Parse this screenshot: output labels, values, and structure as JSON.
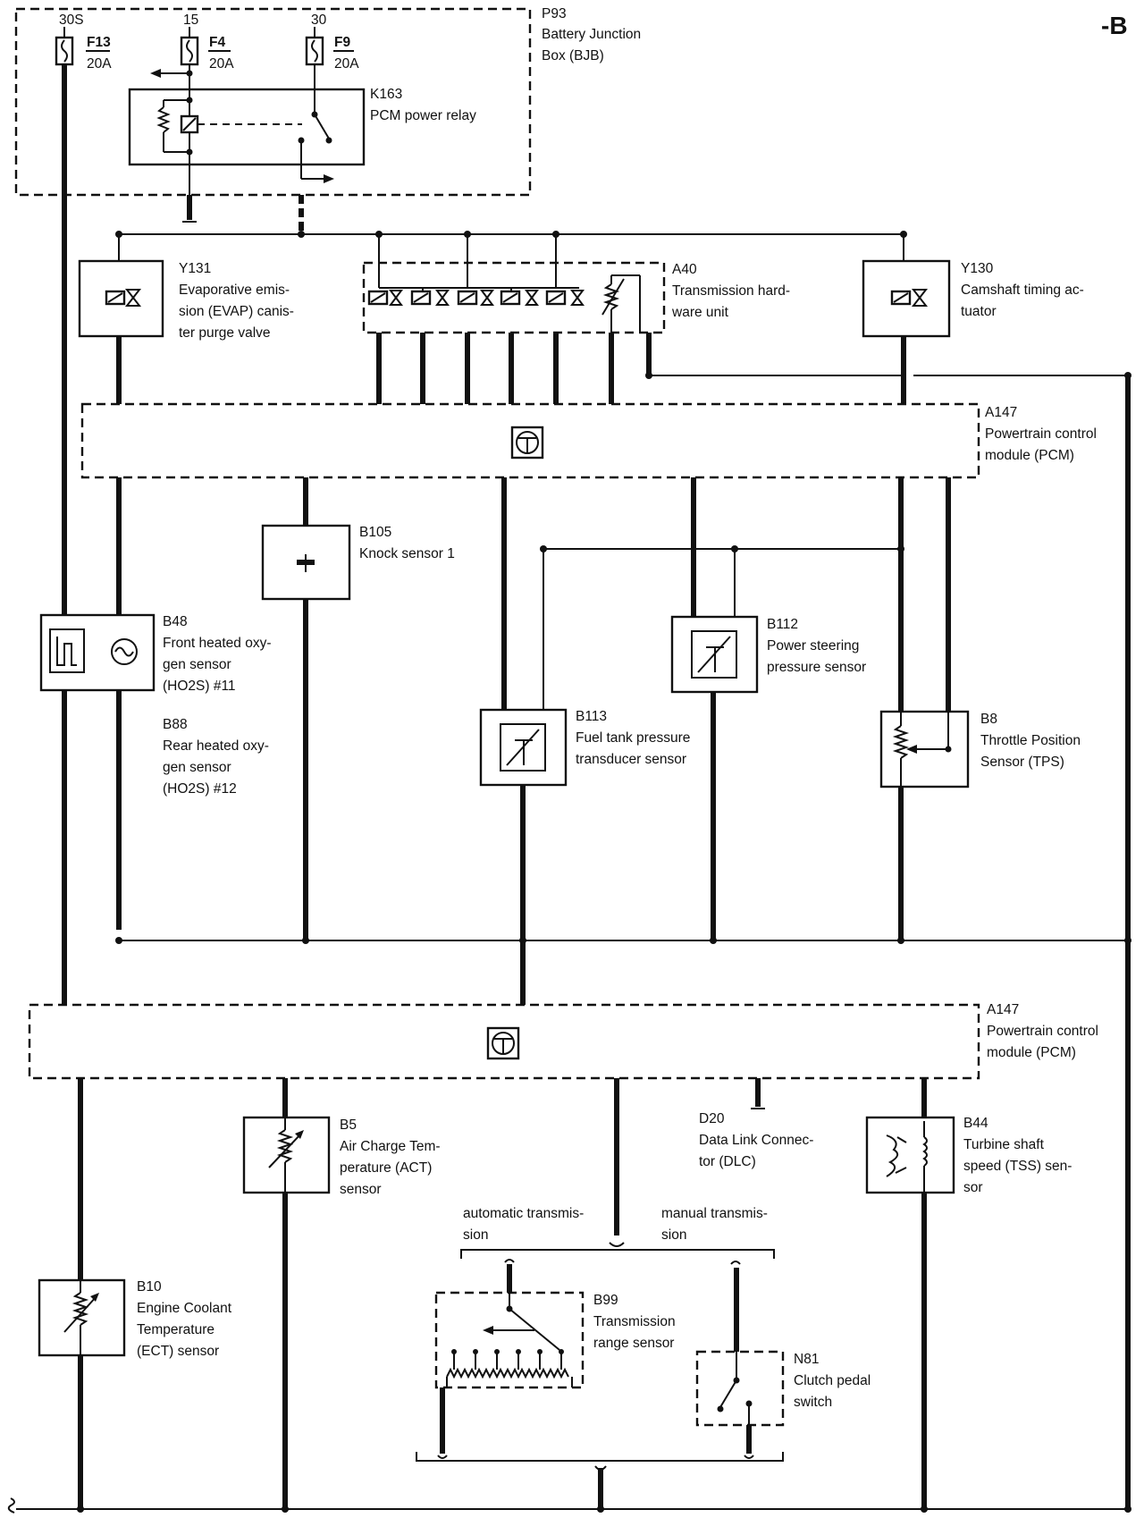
{
  "page_tag": "-B",
  "terminals": {
    "t30s": "30S",
    "t15": "15",
    "t30": "30"
  },
  "fuses": [
    {
      "id": "F13",
      "rating": "20A"
    },
    {
      "id": "F4",
      "rating": "20A"
    },
    {
      "id": "F9",
      "rating": "20A"
    }
  ],
  "components": {
    "p93": {
      "code": "P93",
      "lines": [
        "Battery Junction",
        "Box (BJB)"
      ]
    },
    "k163": {
      "code": "K163",
      "lines": [
        "PCM power relay"
      ]
    },
    "y131": {
      "code": "Y131",
      "lines": [
        "Evaporative emis-",
        "sion (EVAP) canis-",
        "ter purge valve"
      ]
    },
    "a40": {
      "code": "A40",
      "lines": [
        "Transmission hard-",
        "ware unit"
      ]
    },
    "y130": {
      "code": "Y130",
      "lines": [
        "Camshaft timing ac-",
        "tuator"
      ]
    },
    "a147_top": {
      "code": "A147",
      "lines": [
        "Powertrain control",
        "module (PCM)"
      ]
    },
    "b105": {
      "code": "B105",
      "lines": [
        "Knock sensor 1"
      ]
    },
    "b48": {
      "code": "B48",
      "lines": [
        "Front heated oxy-",
        "gen sensor",
        "(HO2S) #11"
      ]
    },
    "b88": {
      "code": "B88",
      "lines": [
        "Rear heated oxy-",
        "gen sensor",
        "(HO2S) #12"
      ]
    },
    "b112": {
      "code": "B112",
      "lines": [
        "Power steering",
        "pressure sensor"
      ]
    },
    "b113": {
      "code": "B113",
      "lines": [
        "Fuel tank pressure",
        "transducer sensor"
      ]
    },
    "b8": {
      "code": "B8",
      "lines": [
        "Throttle Position",
        "Sensor (TPS)"
      ]
    },
    "a147_bottom": {
      "code": "A147",
      "lines": [
        "Powertrain control",
        "module (PCM)"
      ]
    },
    "b5": {
      "code": "B5",
      "lines": [
        "Air Charge Tem-",
        "perature (ACT)",
        "sensor"
      ]
    },
    "d20": {
      "code": "D20",
      "lines": [
        "Data Link Connec-",
        "tor (DLC)"
      ]
    },
    "b44": {
      "code": "B44",
      "lines": [
        "Turbine shaft",
        "speed (TSS) sen-",
        "sor"
      ]
    },
    "b10": {
      "code": "B10",
      "lines": [
        "Engine Coolant",
        "Temperature",
        "(ECT) sensor"
      ]
    },
    "b99": {
      "code": "B99",
      "lines": [
        "Transmission",
        "range sensor"
      ]
    },
    "n81": {
      "code": "N81",
      "lines": [
        "Clutch pedal",
        "switch"
      ]
    }
  },
  "variants": {
    "automatic": [
      "automatic transmis-",
      "sion"
    ],
    "manual": [
      "manual transmis-",
      "sion"
    ]
  }
}
